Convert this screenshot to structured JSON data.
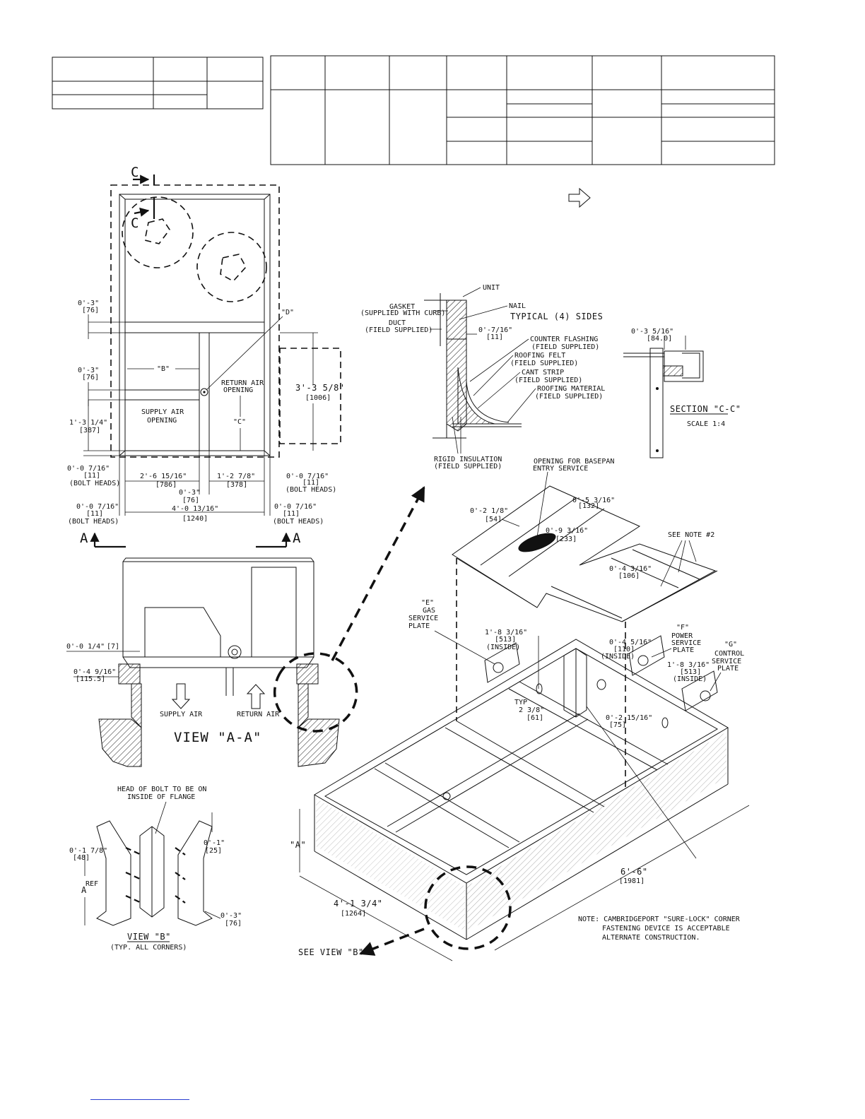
{
  "plan": {
    "dims": {
      "d_0_3_a": "0'-3\"",
      "d_0_3_a_mm": "[76]",
      "d_0_3_b": "0'-3\"",
      "d_0_3_b_mm": "[76]",
      "d_1_3_14": "1'-3 1/4\"",
      "d_1_3_14_mm": "[387]",
      "d_0_0_716_left": "0'-0 7/16\"",
      "d_0_0_716_left_mm": "[11]",
      "bolt_left": "(BOLT HEADS)",
      "d_2_6": "2'-6 15/16\"",
      "d_2_6_mm": "[786]",
      "d_1_2": "1'-2 7/8\"",
      "d_1_2_mm": "[378]",
      "d_0_0_716_right": "0'-0 7/16\"",
      "d_0_0_716_right_mm": "[11]",
      "bolt_right": "(BOLT HEADS)",
      "d_0_3_c": "0'-3\"",
      "d_0_3_c_mm": "[76]",
      "d_0_0_716_bl": "0'-0 7/16\"",
      "d_0_0_716_bl_mm": "[11]",
      "bolt_bl": "(BOLT HEADS)",
      "d_4_0": "4'-0 13/16\"",
      "d_4_0_mm": "[1240]",
      "d_0_0_716_br": "0'-0 7/16\"",
      "d_0_0_716_br_mm": "[11]",
      "bolt_br": "(BOLT HEADS)",
      "d_3_3": "3'-3 5/8\"",
      "d_3_3_mm": "[1006]"
    },
    "labels": {
      "section_c": "C",
      "b": "\"B\"",
      "c": "\"C\"",
      "d": "\"D\"",
      "return_air_1": "RETURN AIR",
      "return_air_2": "OPENING",
      "supply_air_1": "SUPPLY AIR",
      "supply_air_2": "OPENING",
      "view_a_left": "A",
      "view_a_right": "A"
    }
  },
  "view_aa": {
    "title": "VIEW \"A-A\"",
    "supply_air": "SUPPLY AIR",
    "return_air": "RETURN AIR",
    "d_0_0_14": "0'-0 1/4\"",
    "d_0_0_14_mm": "[7]",
    "d_0_4": "0'-4 9/16\"",
    "d_0_4_mm": "[115.5]"
  },
  "detail": {
    "unit": "UNIT",
    "nail": "NAIL",
    "gasket_1": "GASKET",
    "gasket_2": "(SUPPLIED WITH CURB)",
    "duct_1": "DUCT",
    "duct_2": "(FIELD SUPPLIED)",
    "typical": "TYPICAL (4) SIDES",
    "d_0_716": "0'-7/16\"",
    "d_0_716_mm": "[11]",
    "counter_1": "COUNTER FLASHING",
    "counter_2": "(FIELD SUPPLIED)",
    "felt_1": "ROOFING FELT",
    "felt_2": "(FIELD SUPPLIED)",
    "cant_1": "CANT STRIP",
    "cant_2": "(FIELD SUPPLIED)",
    "material_1": "ROOFING MATERIAL",
    "material_2": "(FIELD SUPPLIED)",
    "rigid_1": "RIGID INSULATION",
    "rigid_2": "(FIELD SUPPLIED)"
  },
  "section_cc": {
    "d_0_3": "0'-3 5/16\"",
    "d_0_3_mm": "[84.0]",
    "title": "SECTION \"C-C\"",
    "scale": "SCALE 1:4"
  },
  "iso": {
    "opening_1": "OPENING FOR BASEPAN",
    "opening_2": "ENTRY SERVICE",
    "d_0_5": "0'-5 3/16\"",
    "d_0_5_mm": "[132]",
    "d_0_2_18": "0'-2 1/8\"",
    "d_0_2_18_mm": "[54]",
    "d_0_9": "0'-9 3/16\"",
    "d_0_9_mm": "[233]",
    "see_note": "SEE NOTE #2",
    "d_0_4": "0'-4 3/16\"",
    "d_0_4_mm": "[106]",
    "gas_1": "\"E\"",
    "gas_2": "GAS",
    "gas_3": "SERVICE",
    "gas_4": "PLATE",
    "d_1_8_a": "1'-8 3/16\"",
    "d_1_8_a_mm": "[513]",
    "inside_a": "(INSIDE)",
    "d_0_4_516": "0'-4 5/16\"",
    "d_0_4_516_mm": "[110]",
    "inside_b": "(INSIDE)",
    "power_1": "\"F\"",
    "power_2": "POWER",
    "power_3": "SERVICE",
    "power_4": "PLATE",
    "d_1_8_b": "1'-8 3/16\"",
    "d_1_8_b_mm": "[513]",
    "inside_c": "(INSIDE)",
    "control_1": "\"G\"",
    "control_2": "CONTROL",
    "control_3": "SERVICE",
    "control_4": "PLATE",
    "typ": "TYP",
    "d_2_3": "2 3/8\"",
    "d_2_3_mm": "[61]",
    "d_0_2_15": "0'-2 15/16\"",
    "d_0_2_15_mm": "[75]",
    "a": "\"A\"",
    "d_6_6": "6'-6\"",
    "d_6_6_mm": "[1981]",
    "d_4_1": "4'-1 3/4\"",
    "d_4_1_mm": "[1264]",
    "note_1": "NOTE: CAMBRIDGEPORT \"SURE-LOCK\" CORNER",
    "note_2": "FASTENING DEVICE IS ACCEPTABLE",
    "note_3": "ALTERNATE CONSTRUCTION.",
    "see_view_b": "SEE VIEW \"B\""
  },
  "view_b": {
    "head_1": "HEAD OF BOLT TO BE ON",
    "head_2": "INSIDE OF FLANGE",
    "d_0_1_78": "0'-1 7/8\"",
    "d_0_1_78_mm": "[48]",
    "d_0_1": "0'-1\"",
    "d_0_1_mm": "[25]",
    "a": "A",
    "ref": "REF",
    "d_0_3": "0'-3\"",
    "d_0_3_mm": "[76]",
    "title": "VIEW \"B\"",
    "sub": "(TYP. ALL CORNERS)"
  }
}
